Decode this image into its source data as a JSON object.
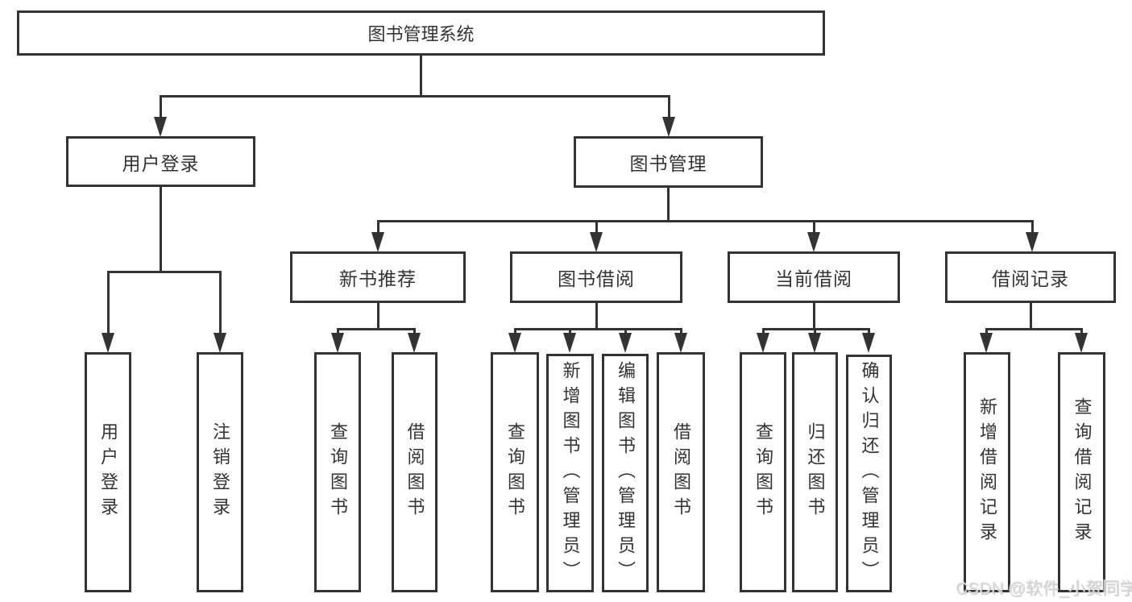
{
  "diagram": {
    "root": {
      "label": "图书管理系统"
    },
    "level2": [
      {
        "label": "用户登录",
        "children": [
          {
            "label": "用户登录"
          },
          {
            "label": "注销登录"
          }
        ]
      },
      {
        "label": "图书管理",
        "children": [
          {
            "label": "新书推荐",
            "children": [
              {
                "label": "查询图书"
              },
              {
                "label": "借阅图书"
              }
            ]
          },
          {
            "label": "图书借阅",
            "children": [
              {
                "label": "查询图书"
              },
              {
                "label": "新增图书（管理员）"
              },
              {
                "label": "编辑图书（管理员）"
              },
              {
                "label": "借阅图书"
              }
            ]
          },
          {
            "label": "当前借阅",
            "children": [
              {
                "label": "查询图书"
              },
              {
                "label": "归还图书"
              },
              {
                "label": "确认归还（管理员）"
              }
            ]
          },
          {
            "label": "借阅记录",
            "children": [
              {
                "label": "新增借阅记录"
              },
              {
                "label": "查询借阅记录"
              }
            ]
          }
        ]
      }
    ]
  },
  "watermark": {
    "text": "CSDN @软件_小贺同学"
  },
  "colors": {
    "line": "#333333",
    "text": "#333333",
    "background": "#ffffff",
    "watermark": "#dedede"
  }
}
